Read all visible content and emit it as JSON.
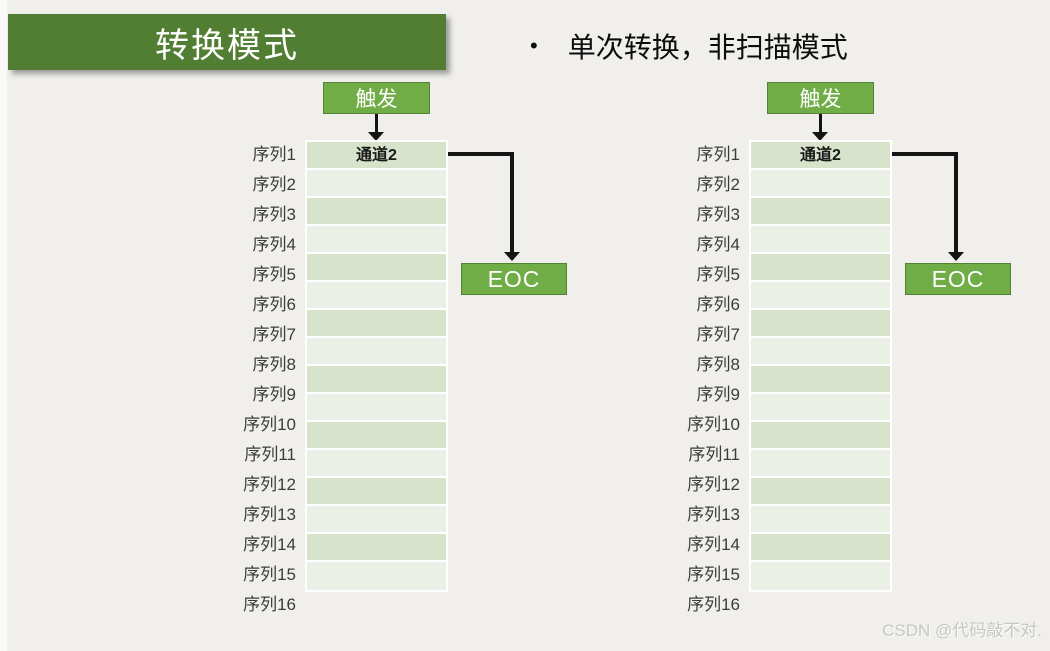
{
  "page": {
    "title": "转换模式"
  },
  "bullet": {
    "marker": "•",
    "text": "单次转换，非扫描模式"
  },
  "diagram": {
    "trigger_label": "触发",
    "channel_label": "通道2",
    "eoc_label": "EOC",
    "sequence_labels": [
      "序列1",
      "序列2",
      "序列3",
      "序列4",
      "序列5",
      "序列6",
      "序列7",
      "序列8",
      "序列9",
      "序列10",
      "序列11",
      "序列12",
      "序列13",
      "序列14",
      "序列15",
      "序列16"
    ]
  },
  "watermark": "CSDN @代码敲不对.",
  "colors": {
    "title_banner": "#517e32",
    "box_green": "#70ad47",
    "box_border": "#538135",
    "row_dark": "#d7e3ca",
    "row_light": "#ebf0e6",
    "background": "#f0efec",
    "arrow": "#141414",
    "watermark": "#c7c7c1"
  }
}
